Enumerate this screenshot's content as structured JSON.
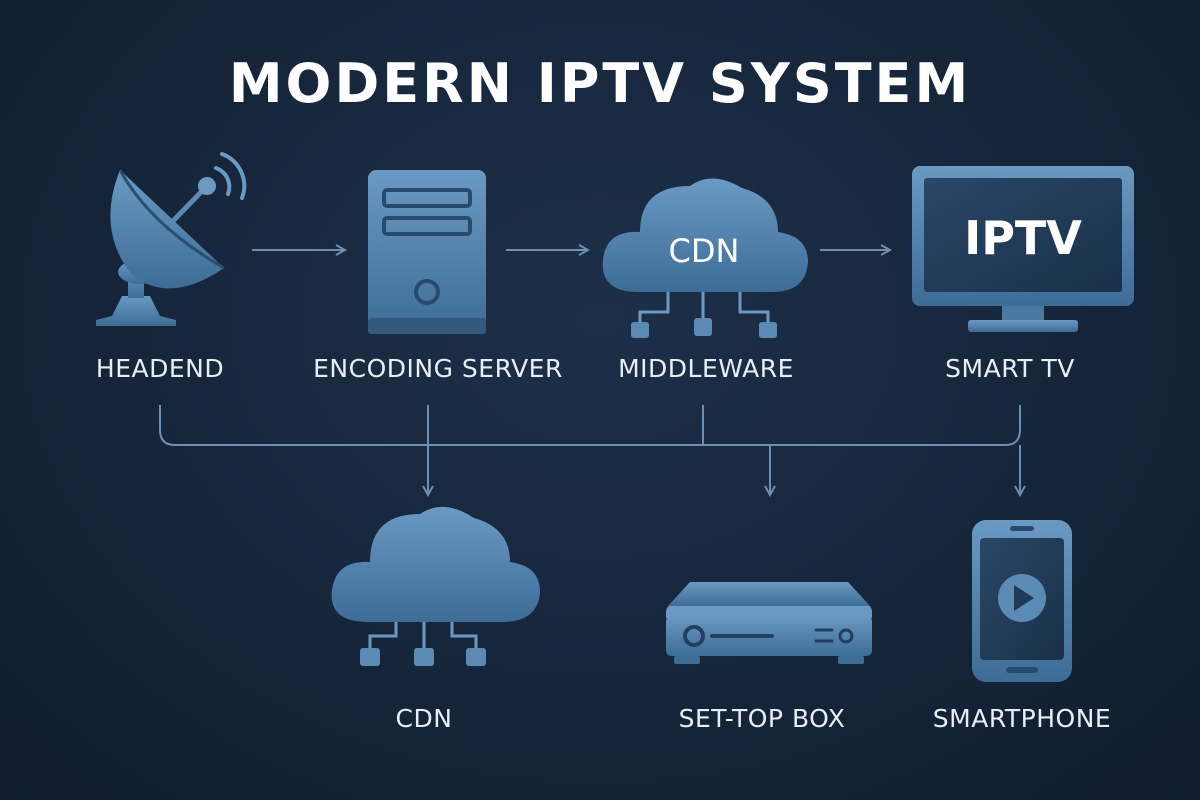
{
  "title": "MODERN IPTV SYSTEM",
  "nodes": {
    "headend": {
      "label": "HEADEND",
      "icon": "satellite-dish-icon"
    },
    "encoding_server": {
      "label": "ENCODING SERVER",
      "icon": "server-tower-icon"
    },
    "cdn_top": {
      "label": "MIDDLEWARE",
      "icon": "cloud-network-icon",
      "badge": "CDN"
    },
    "smart_tv": {
      "label": "SMART TV",
      "icon": "monitor-icon",
      "screen_text": "IPTV"
    },
    "cdn_bottom": {
      "label": "CDN",
      "icon": "cloud-network-icon"
    },
    "set_top_box": {
      "label": "SET-TOP BOX",
      "icon": "set-top-box-icon"
    },
    "smartphone": {
      "label": "SMARTPHONE",
      "icon": "smartphone-play-icon"
    }
  },
  "colors": {
    "background": "#16253a",
    "icon_light": "#5b8bb5",
    "icon_dark": "#3a6a94",
    "line": "#6f8fb0",
    "text": "#e9eef5"
  }
}
